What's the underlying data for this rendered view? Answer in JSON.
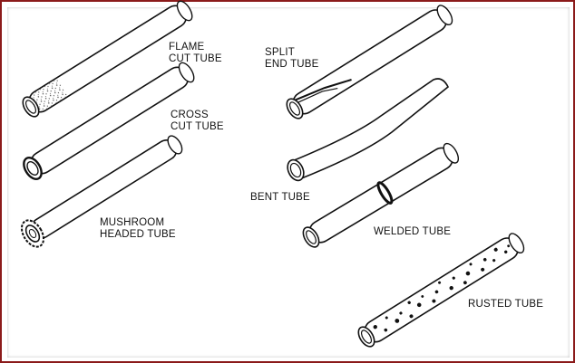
{
  "labels": {
    "flame": [
      "FLAME",
      "CUT TUBE"
    ],
    "cross": [
      "CROSS",
      "CUT TUBE"
    ],
    "mushroom": [
      "MUSHROOM",
      "HEADED TUBE"
    ],
    "split": [
      "SPLIT",
      "END TUBE"
    ],
    "bent": "BENT TUBE",
    "welded": "WELDED TUBE",
    "rusted": "RUSTED TUBE"
  },
  "colors": {
    "border": "#8b1a1a",
    "ink": "#111111"
  }
}
